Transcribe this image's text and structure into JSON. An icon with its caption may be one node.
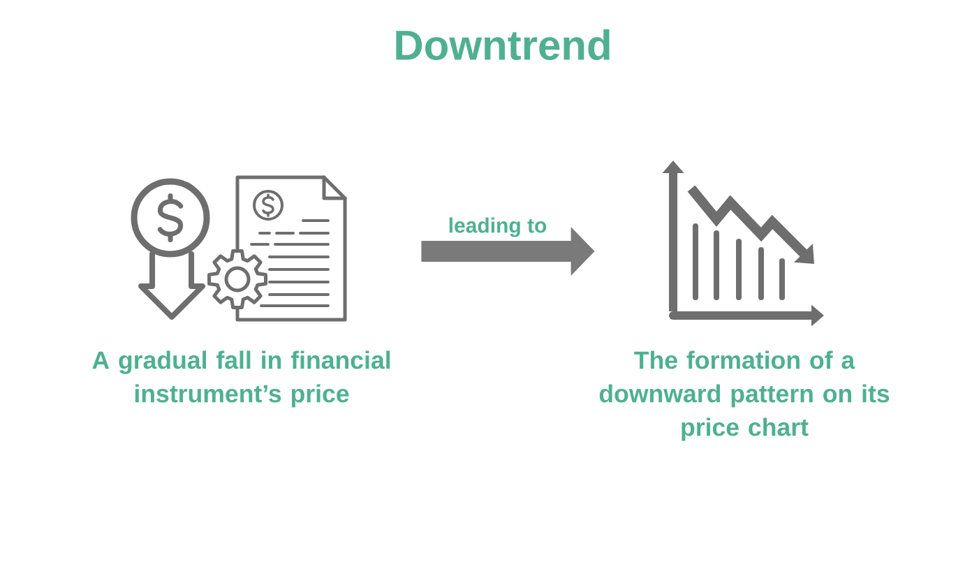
{
  "diagram": {
    "title": "Downtrend",
    "nodes": [
      {
        "text": [],
        "shape": "picture",
        "beside": [
          "A gradual fall in financial instrument’s price"
        ]
      },
      {
        "text": [],
        "shape": "picture",
        "beside": [
          "The formation of a downward pattern on its price chart"
        ]
      }
    ],
    "edges": [
      {
        "from": 0,
        "to": 1,
        "arrow": "to",
        "label": "leading to"
      }
    ]
  }
}
